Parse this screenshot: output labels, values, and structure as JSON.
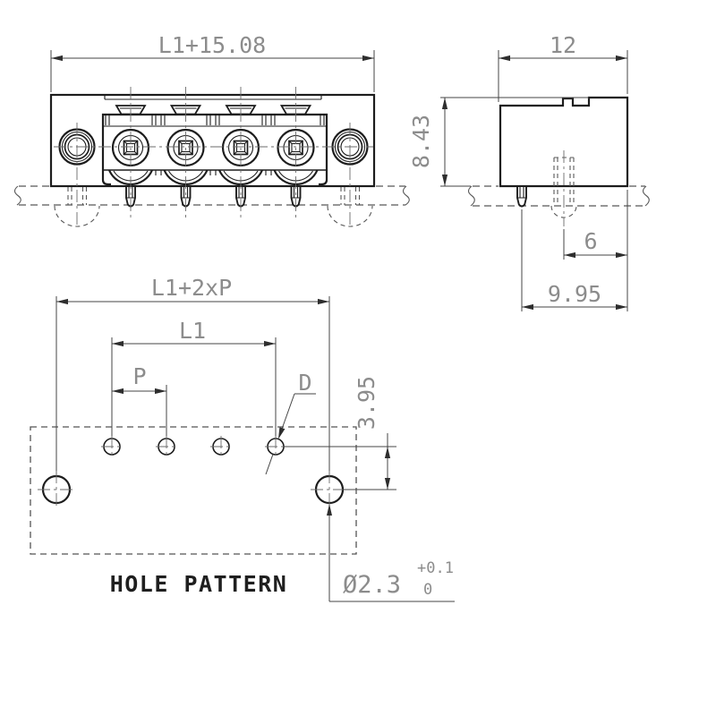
{
  "front_view": {
    "dim_overall_width": "L1+15.08"
  },
  "side_view": {
    "dim_depth": "12",
    "dim_height": "8.43",
    "dim_center_hole_to_edge": "6",
    "dim_pin_to_edge": "9.95"
  },
  "hole_pattern": {
    "caption": "HOLE PATTERN",
    "dim_mounting_span": "L1+2xP",
    "dim_pin_row_span": "L1",
    "dim_pitch": "P",
    "pin_hole_label": "D",
    "dim_row_offset": "3.95",
    "mounting_hole_diameter": "Ø2.3",
    "diameter_tolerance_upper": "+0.1",
    "diameter_tolerance_lower": "0"
  },
  "colors": {
    "outline": "#1d1d1d",
    "dimension_line": "#454545",
    "dimension_text": "#8c8c8c",
    "hidden_line": "#585858",
    "center_line": "#6b6b6b",
    "title_text": "#1f1f1f",
    "background": "#ffffff"
  }
}
